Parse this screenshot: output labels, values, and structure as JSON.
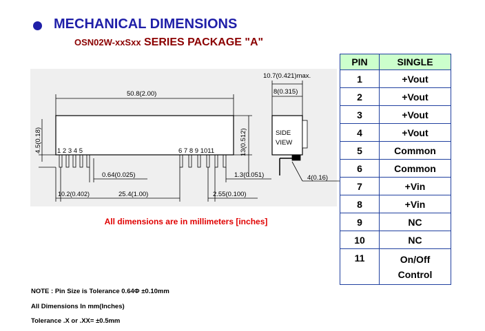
{
  "header": {
    "title": "MECHANICAL DIMENSIONS",
    "subtitle_part1": "OSN02W-xxSxx",
    "subtitle_part2": " SERIES PACKAGE \"A\"",
    "accent_color": "#1f1fa8",
    "subtitle_color": "#8b0000"
  },
  "drawing": {
    "labels": {
      "length": "50.8(2.00)",
      "height": "13(0.512)",
      "pin_length": "4.5(0.18)",
      "width_max": "10.7(0.421)max.",
      "width": "8(0.315)",
      "side_view_1": "SIDE",
      "side_view_2": "VIEW",
      "pin_group_left": "1 2 3 4 5",
      "pin_group_right": "6 7 8 9 1011",
      "pin_pitch": "0.64(0.025)",
      "pin_offset": "1.3(0.051)",
      "left_edge": "10.2(0.402)",
      "span": "25.4(1.00)",
      "right_pitch": "2.55(0.100)",
      "side_pin": "4(0.16)"
    },
    "note": "All dimensions are in millimeters [inches]",
    "note_color": "#e00000"
  },
  "pin_table": {
    "headers": [
      "PIN",
      "SINGLE"
    ],
    "rows": [
      [
        "1",
        "+Vout"
      ],
      [
        "2",
        "+Vout"
      ],
      [
        "3",
        "+Vout"
      ],
      [
        "4",
        "+Vout"
      ],
      [
        "5",
        "Common"
      ],
      [
        "6",
        "Common"
      ],
      [
        "7",
        "+Vin"
      ],
      [
        "8",
        "+Vin"
      ],
      [
        "9",
        "NC"
      ],
      [
        "10",
        "NC"
      ]
    ],
    "last_row": {
      "pin": "11",
      "line1": "On/Off",
      "line2": "Control"
    },
    "header_color": "#ccffcc",
    "border_color": "#1f3f9f"
  },
  "notes": {
    "line1": "NOTE : Pin Size is Tolerance 0.64Φ ±0.10mm",
    "line2": "All Dimensions In mm(Inches)",
    "line3": "Tolerance .X    or    .XX= ±0.5mm"
  }
}
